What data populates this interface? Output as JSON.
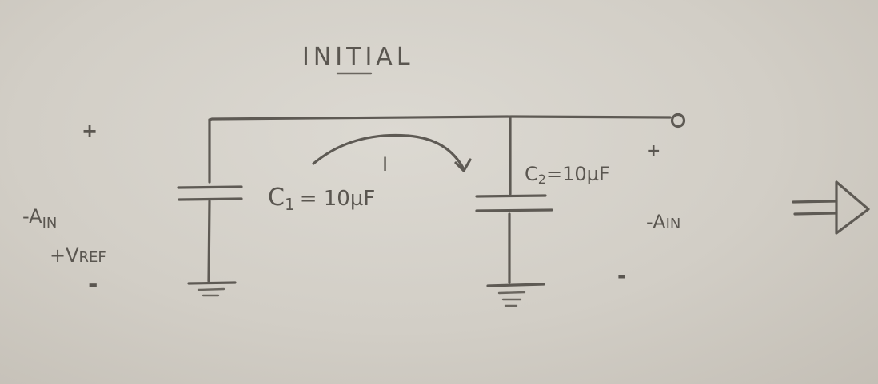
{
  "title": "INITIAL",
  "left_source": {
    "plus": "+",
    "label_line1": "-A",
    "label_line1_sub": "IN",
    "label_line2": "+V",
    "label_line2_sub": "REF",
    "minus": "-"
  },
  "c1": {
    "label": "C",
    "label_sub": "1",
    "value": "= 10µF"
  },
  "current": {
    "label": "I"
  },
  "c2": {
    "label": "C",
    "label_sub": "2",
    "value": "=10µF"
  },
  "right_source": {
    "plus": "+",
    "label": "-A",
    "label_sub": "IN",
    "minus": "-"
  },
  "colors": {
    "paper": "#d6d2cb",
    "ink": "#5e5a54"
  },
  "icons": [
    "terminal-icon",
    "ground-icon",
    "capacitor-icon",
    "arrow-icon",
    "implies-arrow-icon"
  ]
}
